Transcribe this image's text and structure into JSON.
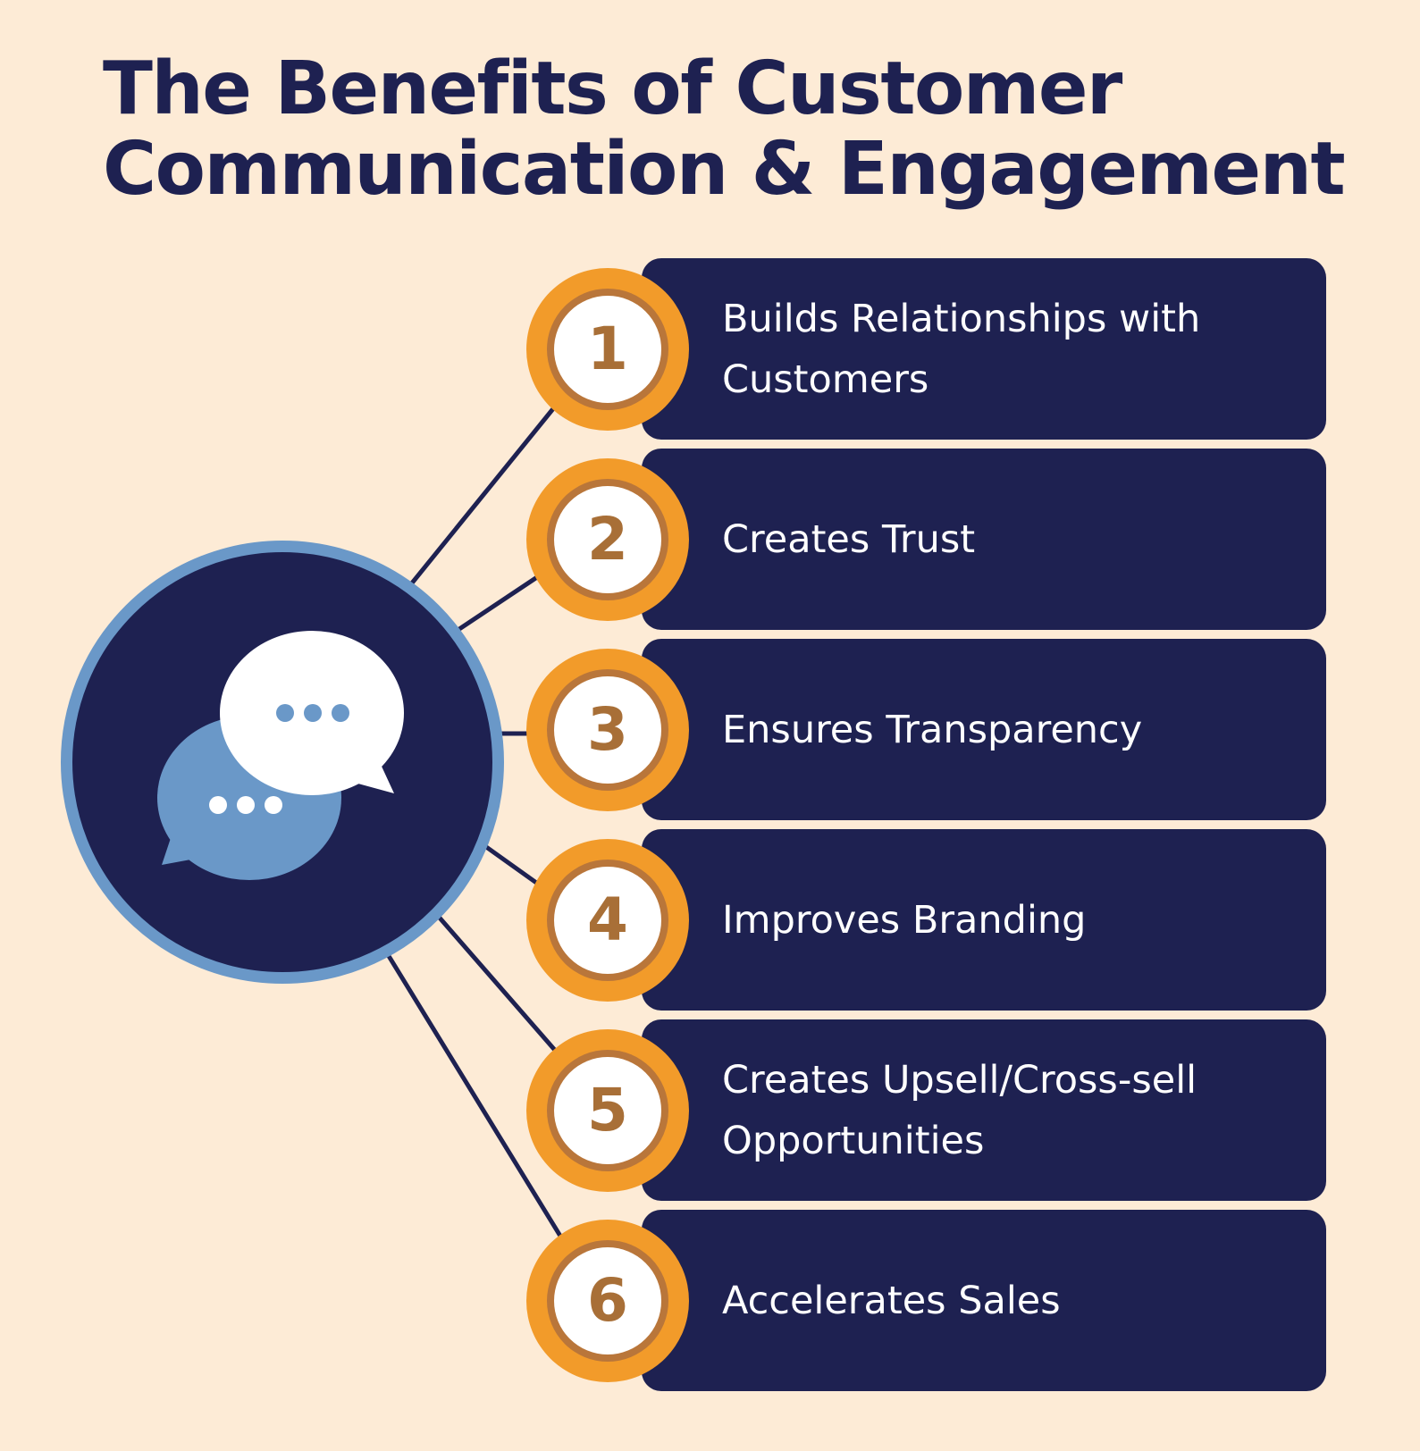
{
  "title": {
    "line1": "The Benefits of Customer",
    "line2": "Communication & Engagement"
  },
  "hub": {
    "icon": "chat-bubbles-icon"
  },
  "items": [
    {
      "number": "1",
      "label": "Builds Relationships with Customers"
    },
    {
      "number": "2",
      "label": "Creates Trust"
    },
    {
      "number": "3",
      "label": "Ensures Transparency"
    },
    {
      "number": "4",
      "label": "Improves Branding"
    },
    {
      "number": "5",
      "label": "Creates Upsell/Cross-sell Opportunities"
    },
    {
      "number": "6",
      "label": "Accelerates Sales"
    }
  ],
  "colors": {
    "background": "#fdebd6",
    "navy": "#1e2151",
    "orange": "#f29b2a",
    "brown": "#a86f37",
    "light_blue": "#6a98c8",
    "white": "#ffffff"
  }
}
